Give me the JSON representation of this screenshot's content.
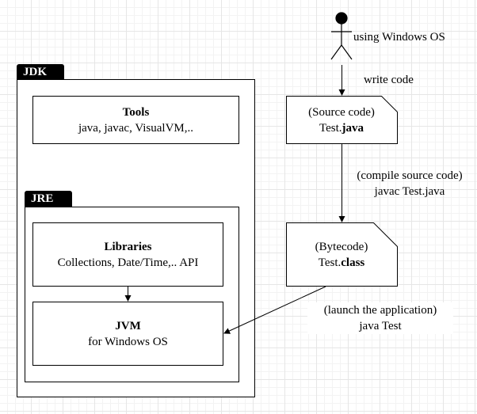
{
  "jdk": {
    "tag": "JDK",
    "tools": {
      "title": "Tools",
      "desc": "java, javac, VisualVM,.."
    }
  },
  "jre": {
    "tag": "JRE",
    "libraries": {
      "title": "Libraries",
      "desc": "Collections, Date/Time,.. API"
    },
    "jvm": {
      "title": "JVM",
      "desc": "for Windows OS"
    }
  },
  "actor": {
    "label": "using Windows OS"
  },
  "edges": {
    "write": "write code",
    "compile_1": "(compile source code)",
    "compile_2": "javac Test.java",
    "launch_1": "(launch the application)",
    "launch_2": "java Test"
  },
  "source_doc": {
    "line1": "(Source code)",
    "name": "Test.",
    "ext": "java"
  },
  "bytecode_doc": {
    "line1": "(Bytecode)",
    "name": "Test.",
    "ext": "class"
  }
}
